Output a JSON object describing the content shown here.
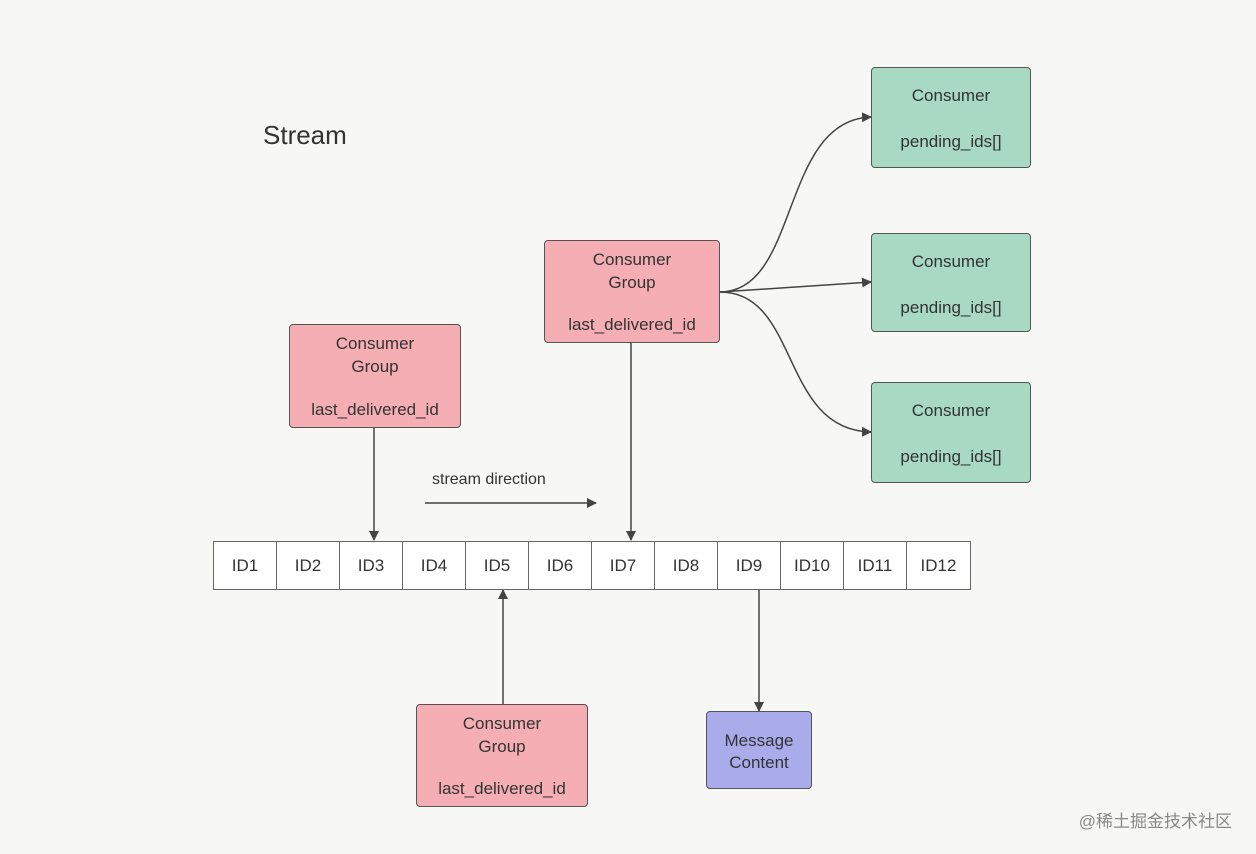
{
  "title": "Stream",
  "consumer_groups": [
    {
      "name": "Consumer Group",
      "last_id": "last_delivered_id"
    },
    {
      "name": "Consumer Group",
      "last_id": "last_delivered_id"
    },
    {
      "name": "Consumer Group",
      "last_id": "last_delivered_id"
    }
  ],
  "consumers": [
    {
      "name": "Consumer",
      "pending": "pending_ids[]"
    },
    {
      "name": "Consumer",
      "pending": "pending_ids[]"
    },
    {
      "name": "Consumer",
      "pending": "pending_ids[]"
    }
  ],
  "stream_ids": [
    "ID1",
    "ID2",
    "ID3",
    "ID4",
    "ID5",
    "ID6",
    "ID7",
    "ID8",
    "ID9",
    "ID10",
    "ID11",
    "ID12"
  ],
  "stream_direction_label": "stream direction",
  "message_content": "Message Content",
  "watermark": "@稀土掘金技术社区",
  "colors": {
    "consumer_group": "#f4aeb4",
    "consumer": "#a8d9c3",
    "message_content": "#a9abeb",
    "arrow": "#444444"
  }
}
